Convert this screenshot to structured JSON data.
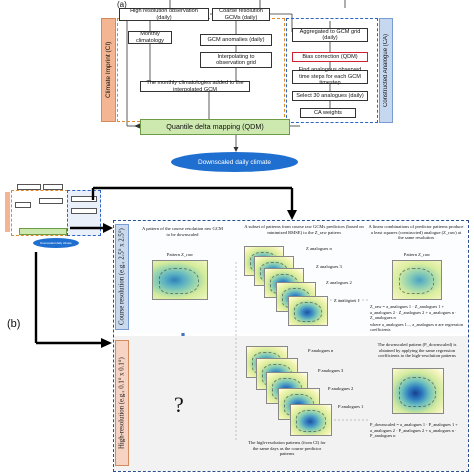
{
  "panel_a": {
    "label": "(a)",
    "boxes": {
      "high_res_obs": "High resolution observation (daily)",
      "coarse_gcm": "Coarse resolution GCMs (daily)",
      "monthly_clim": "Monthly climatology",
      "gcm_anom": "GCM anomalies (daily)",
      "interp_grid": "Interpolating to observation grid",
      "monthly_added": "The monthly climatologies added to the interpolated GCM",
      "qdm": "Quantile delta mapping (QDM)",
      "agg_gcm": "Aggregated to GCM grid (daily)",
      "bias_corr": "Bias correction (QDM)",
      "find_analog": "Find analogous observed time steps for each GCM timestep",
      "select30": "Select 30 analogues (daily)",
      "ca_weights": "CA weights",
      "output": "Downscaled daily climate"
    },
    "ci_label": "Climate Imprint (CI)",
    "ca_label": "Constructed Analogue (CA)"
  },
  "panel_b": {
    "label": "(b)",
    "coarse_label": "Course resolution (e.g., 2.5° x 2.5°)",
    "high_label": "High-resolution (e.g., 0.1° x 0.1°)",
    "col1_text": "A pattern of the course resolution raw GCM to be downscaled",
    "col1_pattern": "Pattern Z_raw",
    "col2_text": "A subset of patterns from course raw GCMs predictors (based on minimized RMSE) to the Z_raw pattern",
    "col3_text": "A linear combinations of predictor patterns produce a least squares (constructed) analogue (Z_raw) at the same resolution",
    "col3_pattern": "Pattern Z_raw",
    "z_labels": [
      "Z analogues n",
      "Z analogues 3",
      "Z analogues 2",
      "Z analogues 1"
    ],
    "p_labels": [
      "P analogues n",
      "P analogues 3",
      "P analogues 2",
      "P analogues 1"
    ],
    "equation1": "Z_raw = a_analogues 1 · Z_analogues 1 + a_analogues 2 · Z_analogues 2 + a_analogues n · Z_analogues n",
    "equation1_note": "where a_analogues 1..., a_analogues n are regression coefficients",
    "question": "?",
    "high_text_left": "The high-resolution patterns (from CI) for the same days as the course predictor patterns",
    "high_text_right": "The downscaled pattern (P_downscaled) is obtained by applying the same regression coefficients to the high-resolution patterns",
    "equation2": "P_downscaled = a_analogues 1 · P_analogues 1 + a_analogues 2 · P_analogues 2 + a_analogues n · P_analogues n"
  },
  "thumbnail": {
    "label": "Downscaled daily climate"
  }
}
